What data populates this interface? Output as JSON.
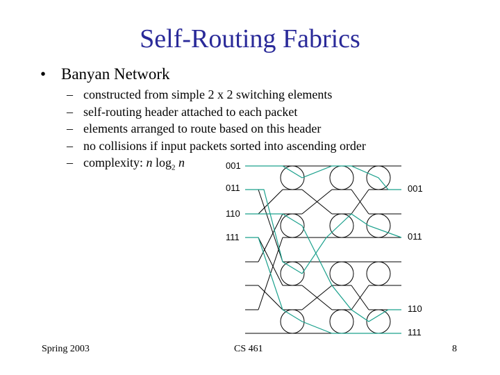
{
  "slide": {
    "title": "Self-Routing Fabrics",
    "bullet": "Banyan Network",
    "subitems": [
      "constructed from simple 2 x 2 switching elements",
      "self-routing header attached to each packet",
      "elements arranged to route based on this header",
      "no collisions if input packets sorted into ascending order"
    ],
    "complexity": {
      "prefix": "complexity: ",
      "n1": "n",
      "log": " log",
      "sub": "2",
      "n2": " n"
    }
  },
  "diagram": {
    "input_labels": [
      "001",
      "011",
      "110",
      "111"
    ],
    "output_labels": [
      "001",
      "011",
      "110",
      "111"
    ],
    "colors": {
      "routed_path": "#1aa08c",
      "line": "#000000"
    }
  },
  "footer": {
    "left": "Spring 2003",
    "center": "CS 461",
    "right": "8"
  }
}
